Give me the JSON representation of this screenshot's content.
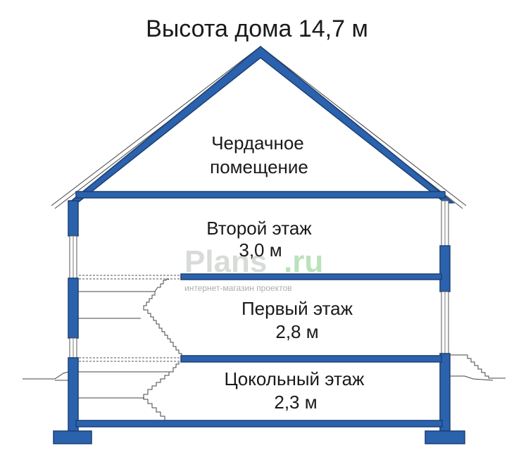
{
  "title": "Высота дома 14,7 м",
  "rooms": {
    "attic": {
      "line1": "Чердачное",
      "line2": "помещение"
    },
    "second": {
      "name": "Второй этаж",
      "height": "3,0 м"
    },
    "first": {
      "name": "Первый этаж",
      "height": "2,8 м"
    },
    "basement": {
      "name": "Цокольный этаж",
      "height": "2,3 м"
    }
  },
  "watermark": {
    "brand": "Plans",
    "tld": ".ru",
    "tagline": "интернет-магазин проектов"
  },
  "colors": {
    "structure": "#2b62ad",
    "outline": "#1d3f73"
  }
}
